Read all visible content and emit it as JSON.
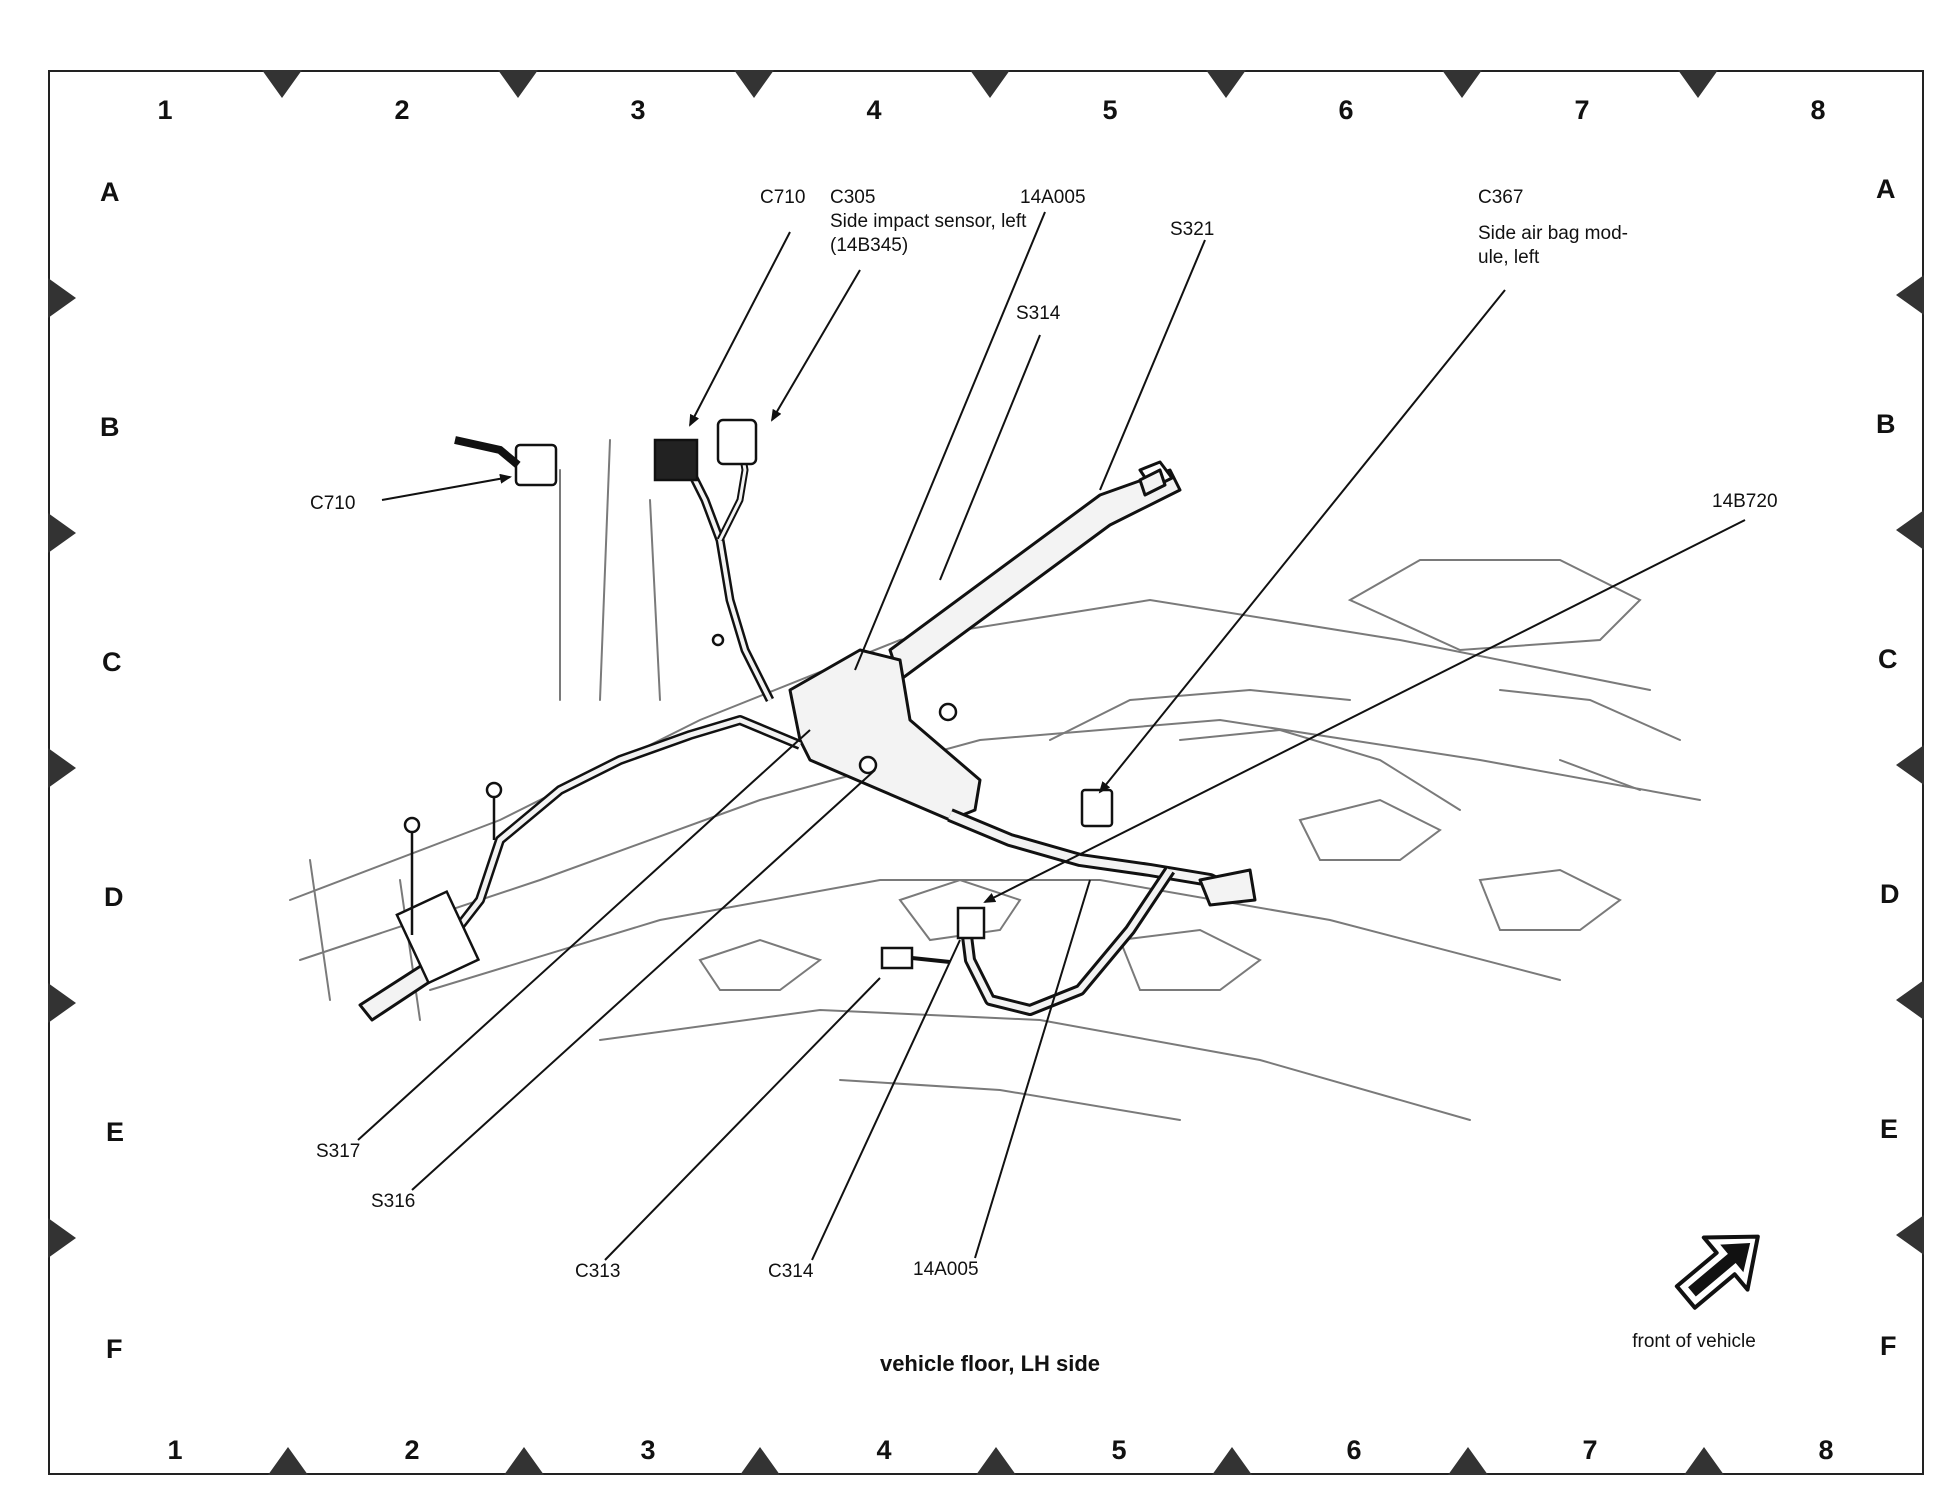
{
  "diagram": {
    "grid_columns": [
      "1",
      "2",
      "3",
      "4",
      "5",
      "6",
      "7",
      "8"
    ],
    "grid_rows": [
      "A",
      "B",
      "C",
      "D",
      "E",
      "F"
    ],
    "callouts": {
      "c710_top": "C710",
      "c305": "C305",
      "side_impact_sensor": "Side impact sensor, left (14B345)",
      "harness_14a005_top": "14A005",
      "s321": "S321",
      "s314": "S314",
      "c367": "C367",
      "side_air_bag_module": "Side air bag mod- ule, left",
      "c710_left": "C710",
      "harness_14b720": "14B720",
      "s317": "S317",
      "s316": "S316",
      "c313": "C313",
      "c314": "C314",
      "harness_14a005_bottom": "14A005"
    },
    "title": "vehicle floor, LH side",
    "front_label": "front of vehicle"
  },
  "colors": {
    "ink": "#111111",
    "sketch": "#7a7a7a",
    "fill": "#f3f3f3"
  },
  "icons": {
    "direction_arrow": "front-arrow-icon"
  }
}
